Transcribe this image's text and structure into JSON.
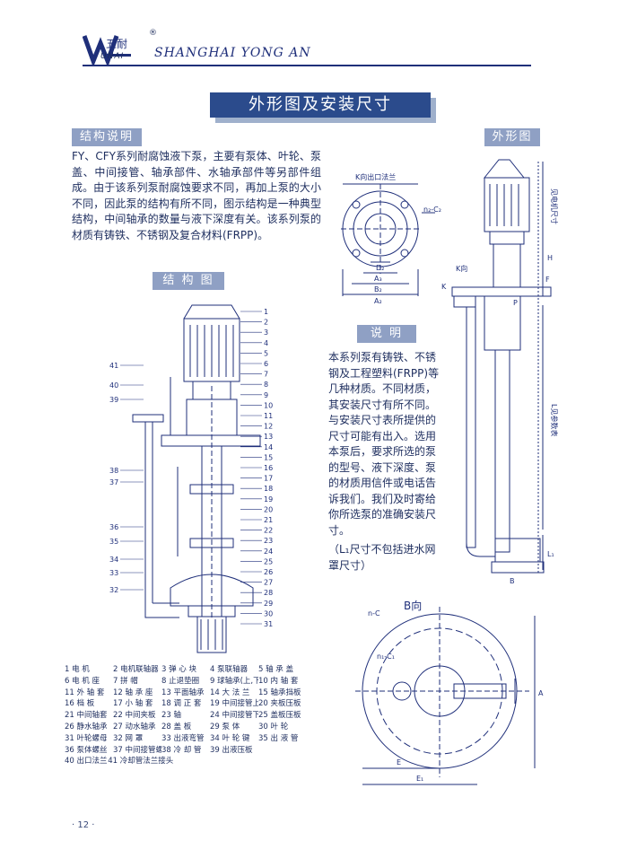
{
  "header": {
    "logo_letters": "UNAI",
    "brand_cn": "五耐",
    "brand_en": "SHANGHAI YONG AN",
    "reg_mark": "®"
  },
  "title": "外形图及安装尺寸",
  "sections": {
    "struct_desc_tag": "结构说明",
    "struct_fig_tag": "结 构 图",
    "outer_tag": "外形图",
    "note_tag": "说  明",
    "b_view": "B向"
  },
  "description": "FY、CFY系列耐腐蚀液下泵，主要有泵体、叶轮、泵盖、中间接管、轴承部件、水轴承部件等另部件组成。由于该系列泵耐腐蚀要求不同，再加上泵的大小不同，因此泵的结构有所不同，图示结构是一种典型结构，中间轴承的数量与液下深度有关。该系列泵的材质有铸铁、不锈钢及复合材料(FRPP)。",
  "note": {
    "para1": "本系列泵有铸铁、不锈钢及工程塑料(FRPP)等几种材质。不同材质，其安装尺寸有所不同。与安装尺寸表所提供的尺寸可能有出入。选用本泵后，要求所选的泵的型号、液下深度、泵的材质用信件或电话告诉我们。我们及时寄给你所选泵的准确安装尺寸。",
    "para2": "（L₁尺寸不包括进水网罩尺寸）"
  },
  "drawing_labels": {
    "k_view": "K向出口法兰",
    "n2c2": "n₂-C₂",
    "d2": "D₂",
    "a3": "A₃",
    "b2": "B₂",
    "a2": "A₂",
    "k": "K",
    "k_dir": "K向",
    "f": "F",
    "p": "P",
    "motor_len": "见电机尺寸",
    "h": "H",
    "l_depth": "L见参数表",
    "l1": "L₁",
    "b": "B",
    "nc": "n-C",
    "n1c1": "n₁-C₁",
    "a": "A",
    "e": "E",
    "e1": "E₁"
  },
  "callouts_right": [
    "1",
    "2",
    "3",
    "4",
    "5",
    "6",
    "7",
    "8",
    "9",
    "10",
    "11",
    "12",
    "13",
    "14",
    "15",
    "16",
    "17",
    "18",
    "19",
    "20",
    "21",
    "22",
    "23",
    "24",
    "25",
    "26",
    "27",
    "28",
    "29",
    "30",
    "31"
  ],
  "callouts_left": [
    "41",
    "40",
    "39",
    "38",
    "37",
    "36",
    "35",
    "34",
    "33",
    "32"
  ],
  "parts": [
    [
      "1 电    机",
      "2 电机联轴器",
      "3 弹 心 块",
      "4 泵联轴器",
      "5 轴 承 盖"
    ],
    [
      "6 电 机 座",
      "7 拼    帽",
      "8 止退垫圈",
      "9 球轴承(上,下)",
      "10 内 轴 套"
    ],
    [
      "11 外 轴 套",
      "12 轴 承 座",
      "13 平面轴承",
      "14 大 法 兰",
      "15 轴承挡板"
    ],
    [
      "16 档    板",
      "17 小 轴 套",
      "18 调 正 套",
      "19 中间接管上",
      "20 夹板压板"
    ],
    [
      "21 中间轴套",
      "22 中间夹板",
      "23    轴",
      "24 中间接管下",
      "25 盖板压板"
    ],
    [
      "26 静水轴承",
      "27 动水轴承",
      "28 盖    板",
      "29 泵    体",
      "30 叶    轮"
    ],
    [
      "31 叶轮螺母",
      "32 网    罩",
      "33 出液弯管",
      "34 叶 轮 键",
      "35 出 液 管"
    ],
    [
      "36 泵体螺丝",
      "37 中间接管螺丝",
      "38 冷 却 管",
      "39 出液压板",
      ""
    ],
    [
      "40 出口法兰",
      "41 冷却管法兰接头",
      "",
      "",
      ""
    ]
  ],
  "page_number": "· 12 ·",
  "colors": {
    "ink": "#1f2f7a",
    "banner": "#2b4b8c",
    "tag": "#8fa0c4"
  }
}
